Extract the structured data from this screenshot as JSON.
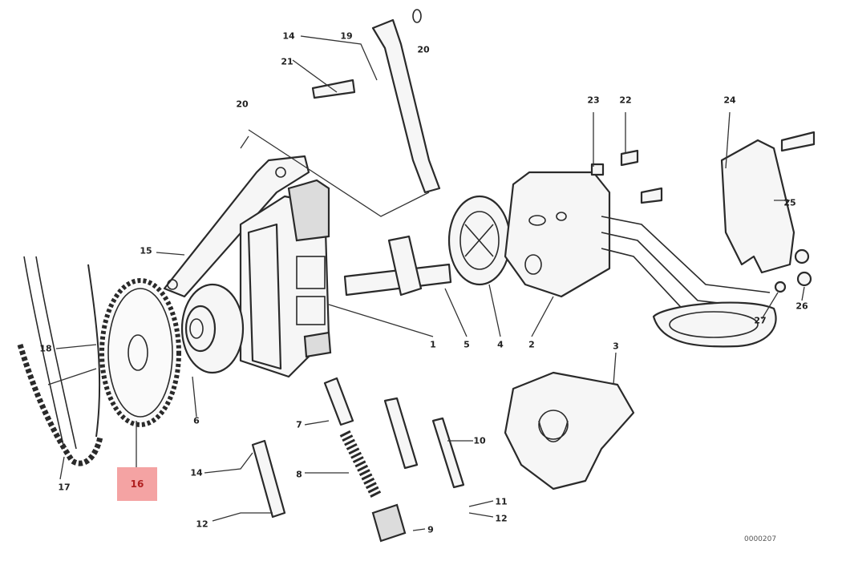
{
  "diagram": {
    "catalog_number": "0000207",
    "highlighted_label": "16",
    "callouts": {
      "c1": "1",
      "c2": "2",
      "c3": "3",
      "c4": "4",
      "c5": "5",
      "c6": "6",
      "c7": "7",
      "c8": "8",
      "c9": "9",
      "c10": "10",
      "c11": "11",
      "c12a": "12",
      "c12b": "12",
      "c14a": "14",
      "c14b": "14",
      "c15": "15",
      "c17": "17",
      "c18": "18",
      "c19": "19",
      "c20a": "20",
      "c20b": "20",
      "c21": "21",
      "c22": "22",
      "c23": "23",
      "c24": "24",
      "c25": "25",
      "c26": "26",
      "c27": "27"
    }
  }
}
